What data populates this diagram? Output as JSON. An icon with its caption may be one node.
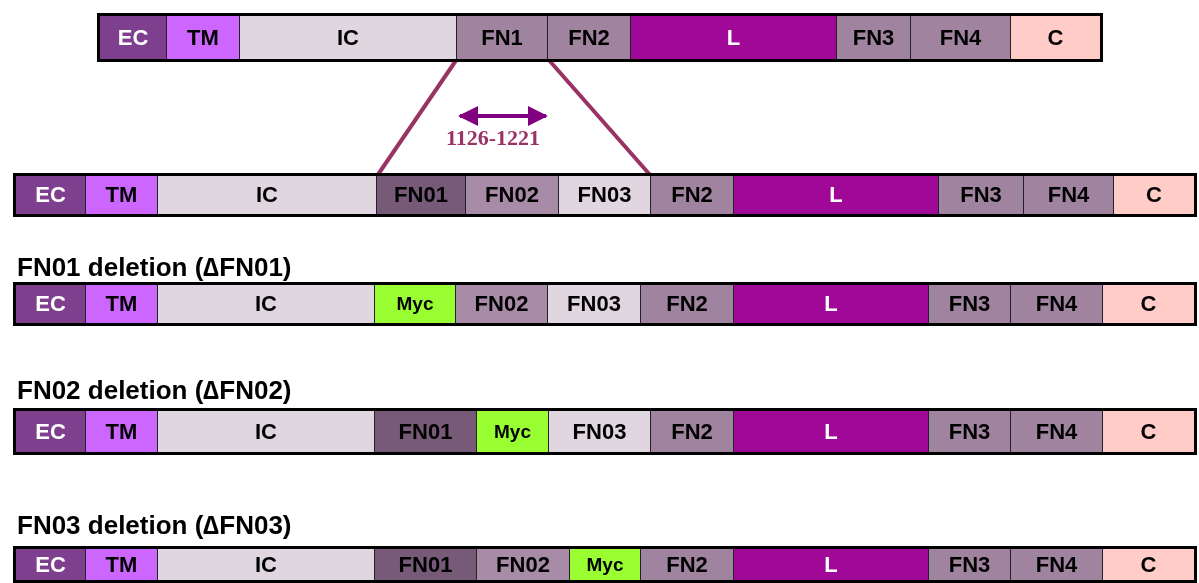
{
  "diagram": {
    "nodes": [
      {
        "text": [],
        "shape": "bar"
      },
      {
        "text": [
          "EC"
        ],
        "in": 0
      },
      {
        "text": [
          "TM"
        ],
        "in": 0
      },
      {
        "text": [
          "IC"
        ],
        "in": 0
      },
      {
        "text": [
          "FN1"
        ],
        "in": 0
      },
      {
        "text": [
          "FN2"
        ],
        "in": 0
      },
      {
        "text": [
          "L"
        ],
        "in": 0
      },
      {
        "text": [
          "FN3"
        ],
        "in": 0
      },
      {
        "text": [
          "FN4"
        ],
        "in": 0
      },
      {
        "text": [
          "C"
        ],
        "in": 0
      },
      {
        "text": [],
        "shape": "bar"
      },
      {
        "text": [
          "EC"
        ],
        "in": 10
      },
      {
        "text": [
          "TM"
        ],
        "in": 10
      },
      {
        "text": [
          "IC"
        ],
        "in": 10
      },
      {
        "text": [
          "FN01"
        ],
        "in": 10
      },
      {
        "text": [
          "FN02"
        ],
        "in": 10
      },
      {
        "text": [
          "FN03"
        ],
        "in": 10
      },
      {
        "text": [
          "FN2"
        ],
        "in": 10
      },
      {
        "text": [
          "L"
        ],
        "in": 10
      },
      {
        "text": [
          "FN3"
        ],
        "in": 10
      },
      {
        "text": [
          "FN4"
        ],
        "in": 10
      },
      {
        "text": [
          "C"
        ],
        "in": 10
      },
      {
        "text": [
          "FN01 deletion (∆FN01)"
        ]
      },
      {
        "text": [
          "EC"
        ],
        "in": 22
      },
      {
        "text": [
          "TM"
        ],
        "in": 22
      },
      {
        "text": [
          "IC"
        ],
        "in": 22
      },
      {
        "text": [
          "Myc"
        ],
        "in": 22
      },
      {
        "text": [
          "FN02"
        ],
        "in": 22
      },
      {
        "text": [
          "FN03"
        ],
        "in": 22
      },
      {
        "text": [
          "FN2"
        ],
        "in": 22
      },
      {
        "text": [
          "L"
        ],
        "in": 22
      },
      {
        "text": [
          "FN3"
        ],
        "in": 22
      },
      {
        "text": [
          "FN4"
        ],
        "in": 22
      },
      {
        "text": [
          "C"
        ],
        "in": 22
      },
      {
        "text": [
          "FN02 deletion (∆FN02)"
        ]
      },
      {
        "text": [
          "EC"
        ],
        "in": 34
      },
      {
        "text": [
          "TM"
        ],
        "in": 34
      },
      {
        "text": [
          "IC"
        ],
        "in": 34
      },
      {
        "text": [
          "FN01"
        ],
        "in": 34
      },
      {
        "text": [
          "Myc"
        ],
        "in": 34
      },
      {
        "text": [
          "FN03"
        ],
        "in": 34
      },
      {
        "text": [
          "FN2"
        ],
        "in": 34
      },
      {
        "text": [
          "L"
        ],
        "in": 34
      },
      {
        "text": [
          "FN3"
        ],
        "in": 34
      },
      {
        "text": [
          "FN4"
        ],
        "in": 34
      },
      {
        "text": [
          "C"
        ],
        "in": 34
      },
      {
        "text": [
          "FN03 deletion (∆FN03)"
        ]
      },
      {
        "text": [
          "EC"
        ],
        "in": 46
      },
      {
        "text": [
          "TM"
        ],
        "in": 46
      },
      {
        "text": [
          "IC"
        ],
        "in": 46
      },
      {
        "text": [
          "FN01"
        ],
        "in": 46
      },
      {
        "text": [
          "FN02"
        ],
        "in": 46
      },
      {
        "text": [
          "Myc"
        ],
        "in": 46
      },
      {
        "text": [
          "FN2"
        ],
        "in": 46
      },
      {
        "text": [
          "L"
        ],
        "in": 46
      },
      {
        "text": [
          "FN3"
        ],
        "in": 46
      },
      {
        "text": [
          "FN4"
        ],
        "in": 46
      },
      {
        "text": [
          "C"
        ],
        "in": 46
      }
    ],
    "edges": [
      {
        "from": 4,
        "to": 14,
        "arrow": "none"
      },
      {
        "from": 4,
        "to": 16,
        "arrow": "none"
      }
    ],
    "labels": [
      "1126-1221"
    ]
  }
}
